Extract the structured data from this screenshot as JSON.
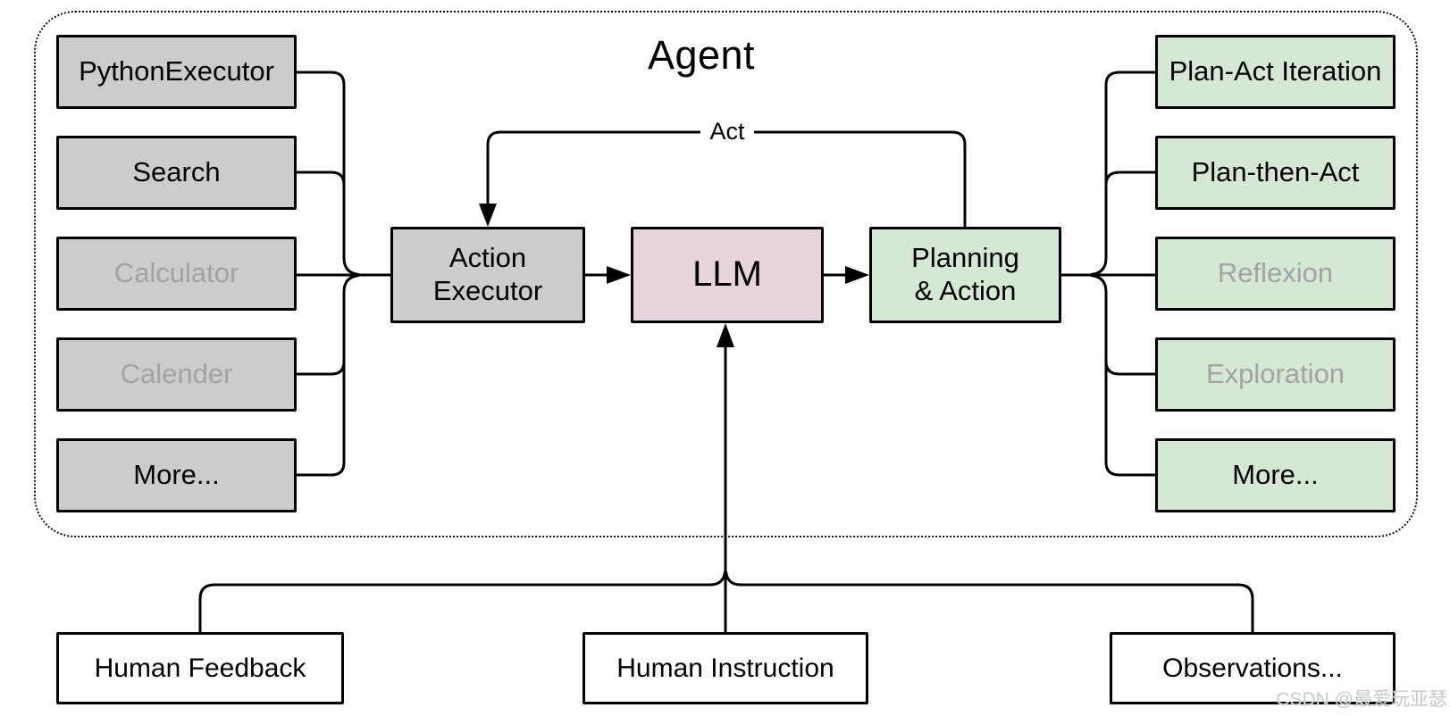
{
  "frame": {
    "title": "Agent"
  },
  "loop": {
    "label": "Act"
  },
  "tools": [
    {
      "label": "PythonExecutor",
      "muted": false
    },
    {
      "label": "Search",
      "muted": false
    },
    {
      "label": "Calculator",
      "muted": true
    },
    {
      "label": "Calender",
      "muted": true
    },
    {
      "label": "More...",
      "muted": false
    }
  ],
  "strategies": [
    {
      "label": "Plan-Act Iteration",
      "muted": false
    },
    {
      "label": "Plan-then-Act",
      "muted": false
    },
    {
      "label": "Reflexion",
      "muted": true
    },
    {
      "label": "Exploration",
      "muted": true
    },
    {
      "label": "More...",
      "muted": false
    }
  ],
  "pipeline": {
    "action_executor": "Action\nExecutor",
    "llm": "LLM",
    "planning": "Planning\n& Action"
  },
  "inputs": [
    {
      "label": "Human Feedback"
    },
    {
      "label": "Human Instruction"
    },
    {
      "label": "Observations..."
    }
  ],
  "watermark": "CSDN @最爱玩亚瑟",
  "colors": {
    "tool_fill": "#cccccc",
    "strategy_fill": "#d5e8d4",
    "llm_fill": "#e8d4dd",
    "muted_text": "#a3a3a3",
    "line": "#000000"
  }
}
